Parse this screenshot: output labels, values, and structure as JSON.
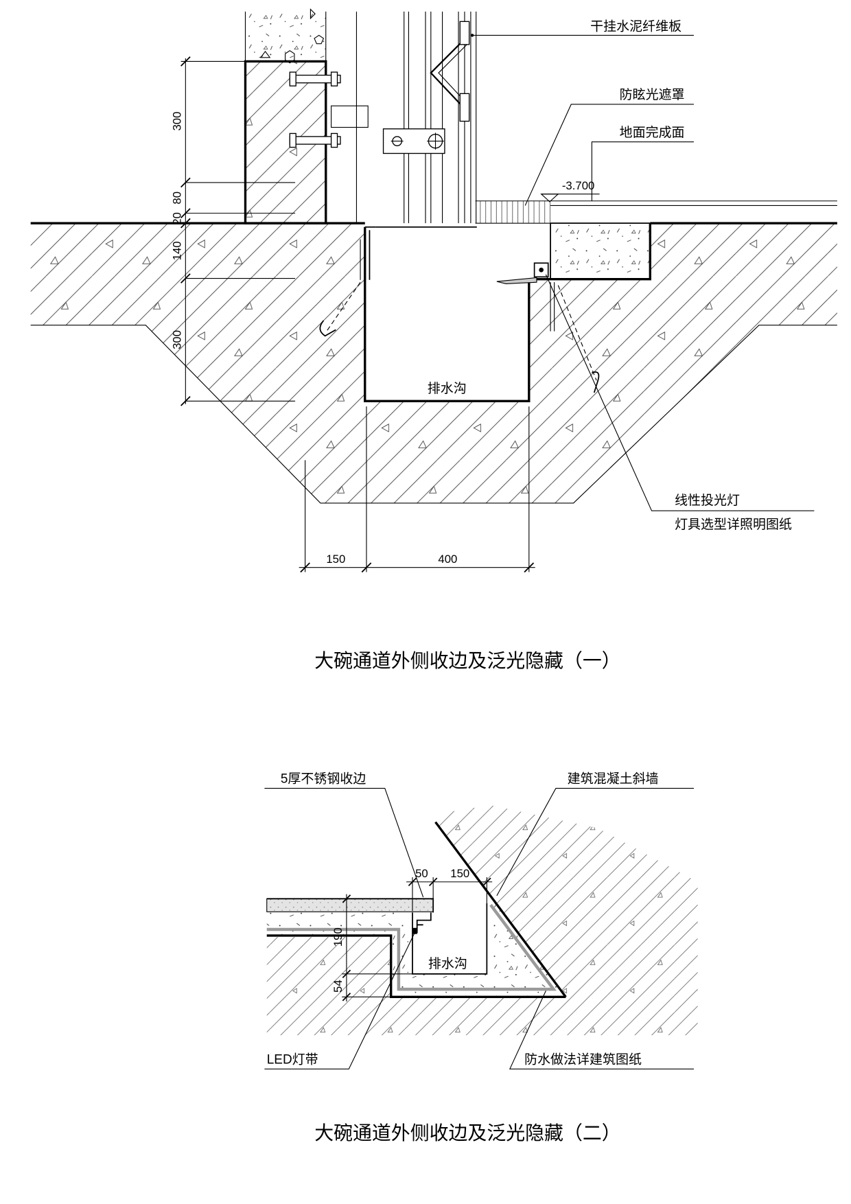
{
  "detail_1": {
    "title": "大碗通道外侧收边及泛光隐藏（一）",
    "labels": {
      "cladding": "干挂水泥纤维板",
      "glare_shield": "防眩光遮罩",
      "finished_floor": "地面完成面",
      "elevation": "-3.700",
      "drain": "排水沟",
      "linear_flood_light": "线性投光灯",
      "fixture_note": "灯具选型详照明图纸"
    },
    "dimensions": {
      "vertical": [
        "300",
        "80",
        "20",
        "140",
        "300"
      ],
      "horizontal": [
        "150",
        "400"
      ]
    }
  },
  "detail_2": {
    "title": "大碗通道外侧收边及泛光隐藏（二）",
    "labels": {
      "stainless_edge": "5厚不锈钢收边",
      "concrete_slope_wall": "建筑混凝土斜墙",
      "drain": "排水沟",
      "led_strip": "LED灯带",
      "waterproofing_note": "防水做法详建筑图纸"
    },
    "dimensions": {
      "horizontal": [
        "50",
        "150"
      ],
      "vertical": [
        "190",
        "54"
      ]
    }
  }
}
